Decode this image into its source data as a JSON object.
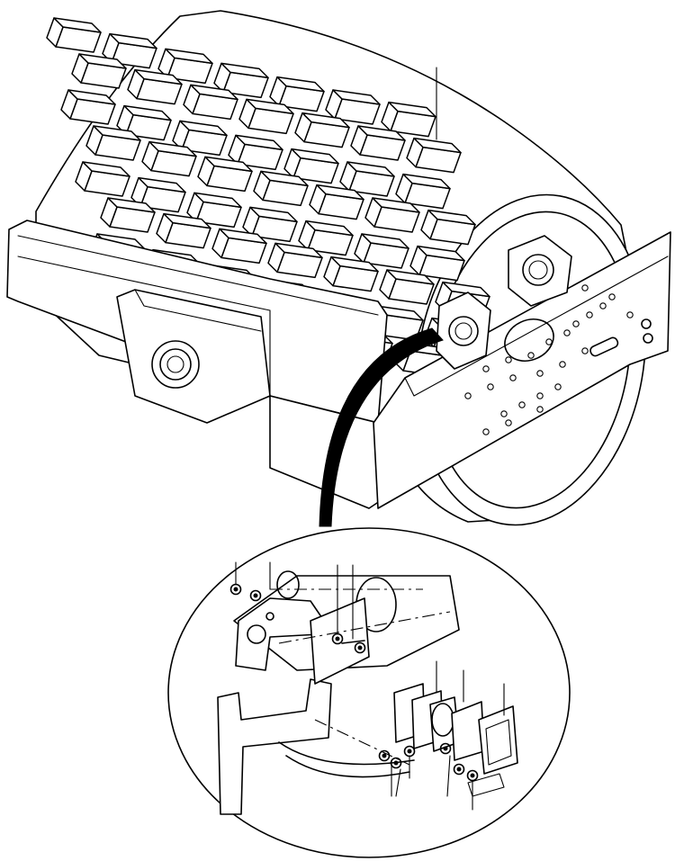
{
  "drawing": {
    "ink_color": "#000000",
    "paper_color": "#ffffff",
    "subject": "padfoot-drum-assembly",
    "detail_view": "exploded-mount-plate-detail",
    "leader_count": 10
  }
}
